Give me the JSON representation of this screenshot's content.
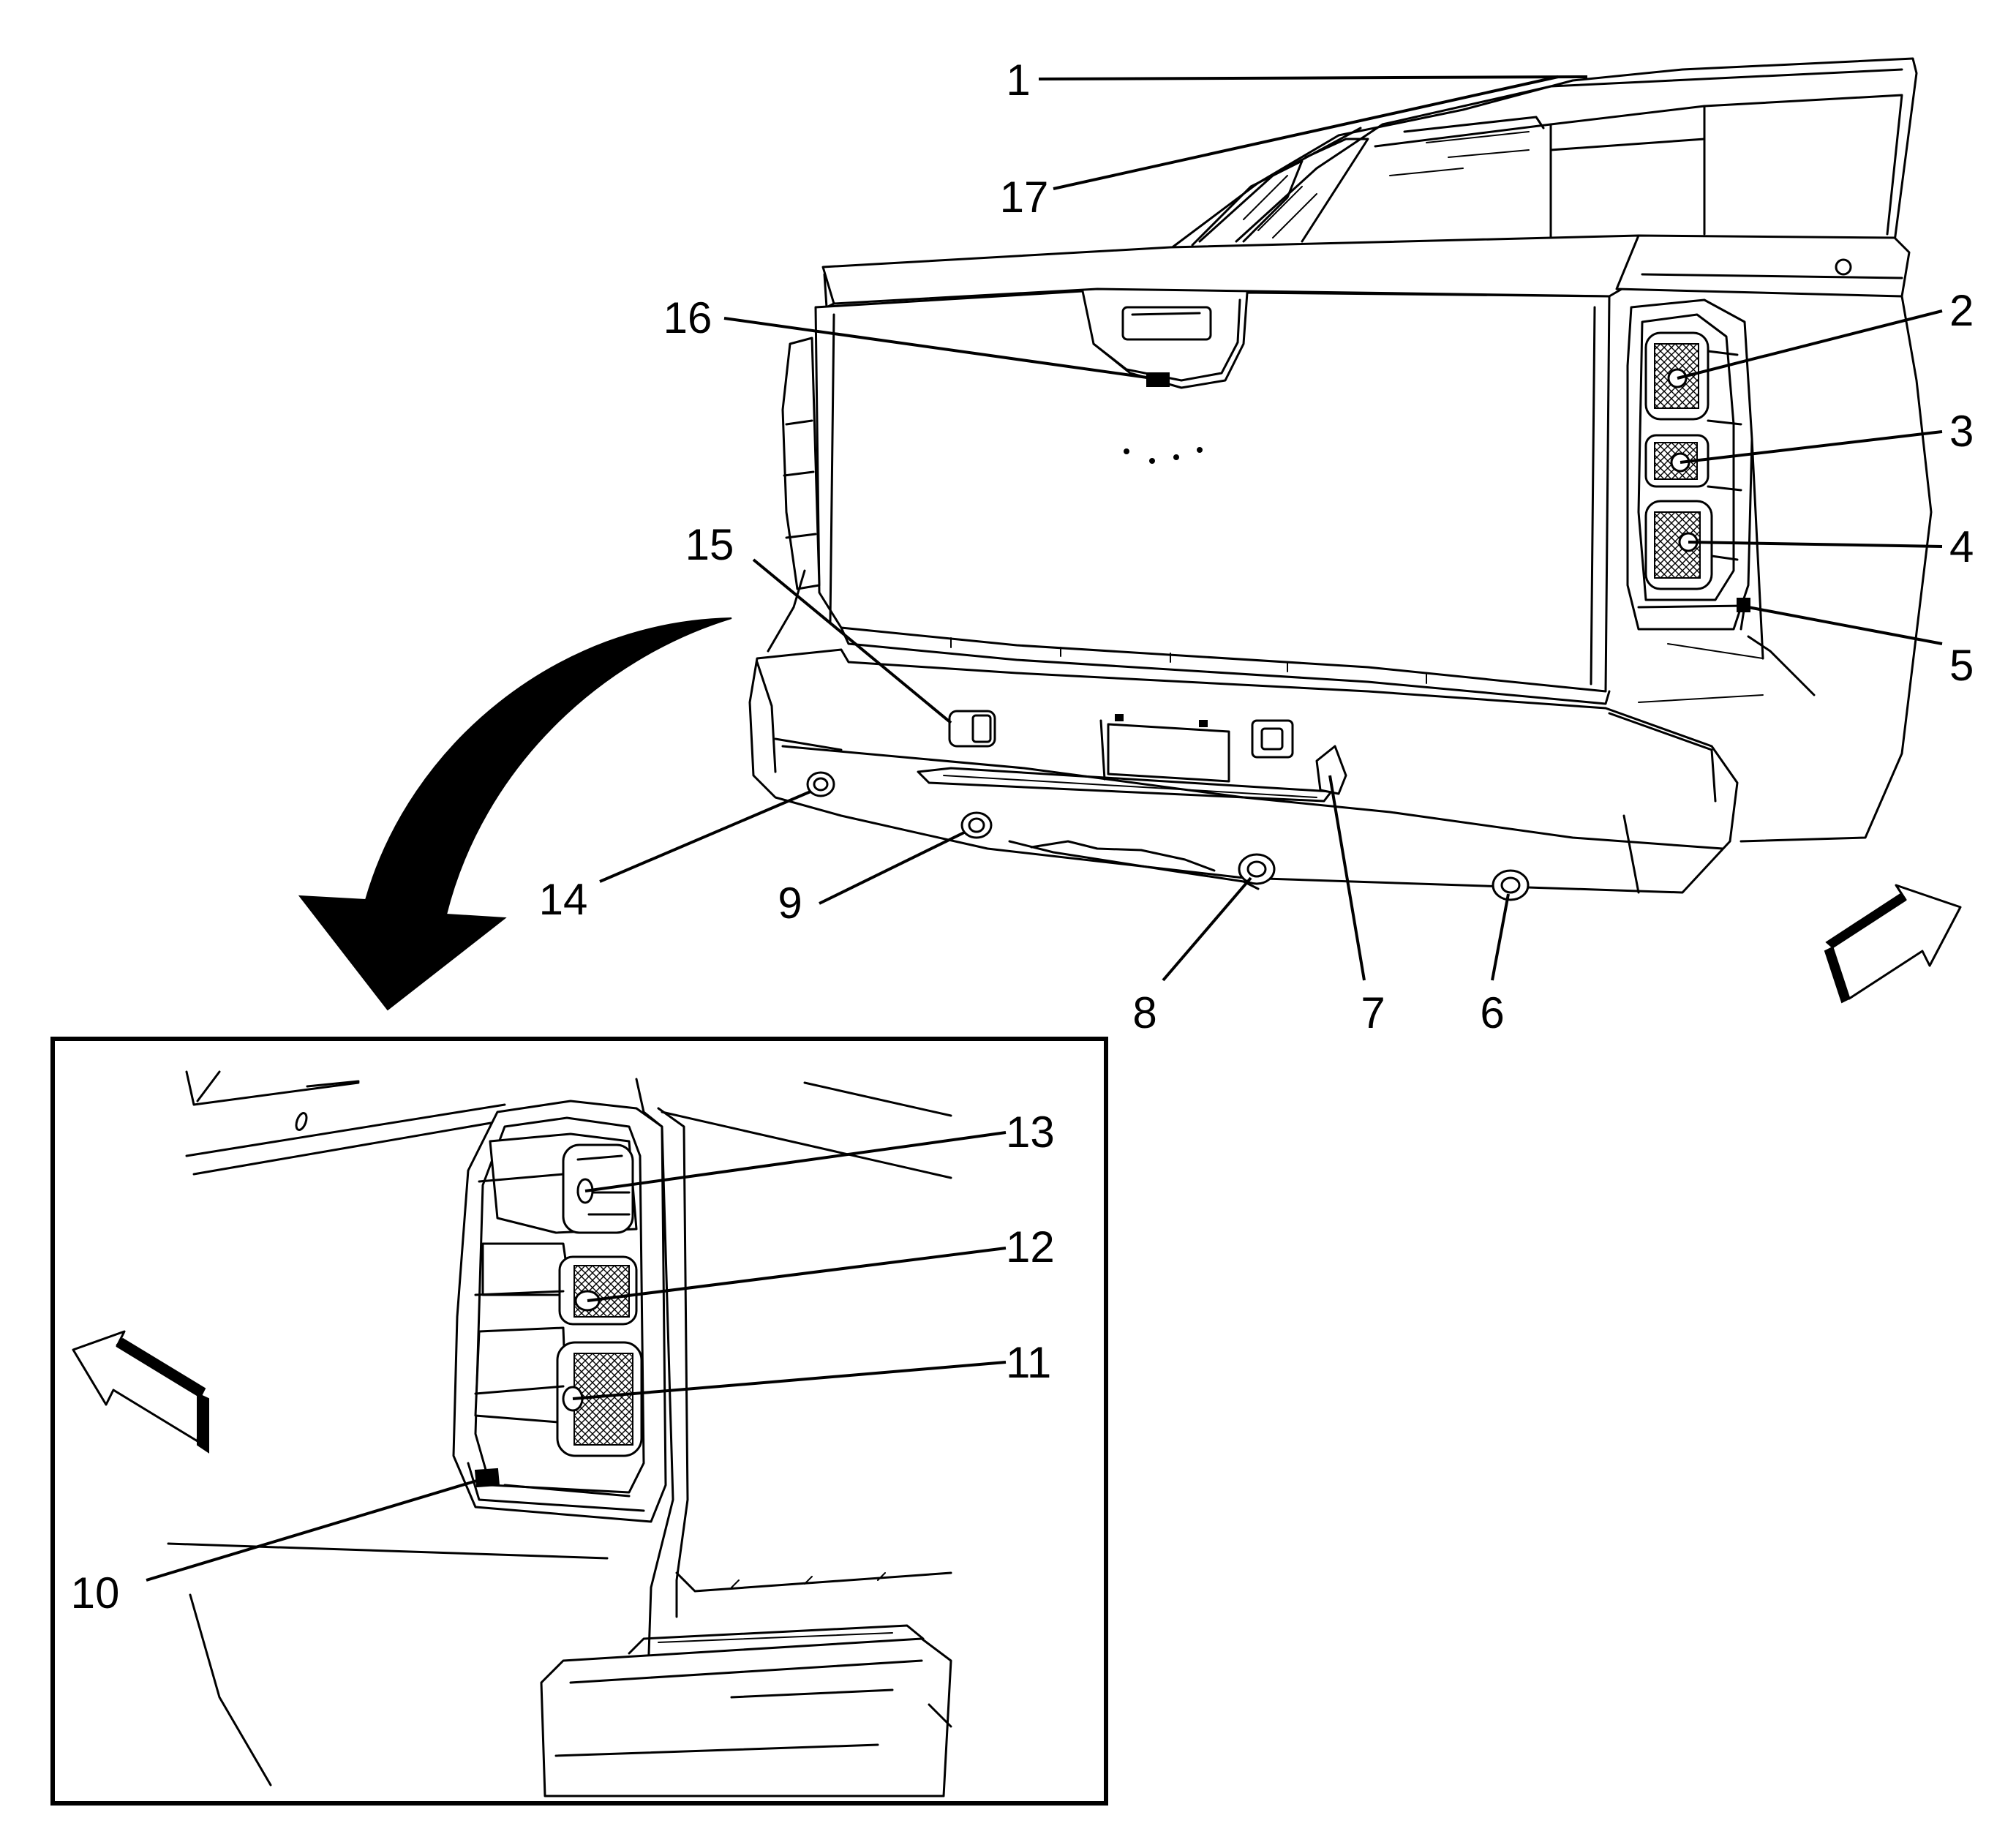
{
  "callouts": {
    "c1": "1",
    "c2": "2",
    "c3": "3",
    "c4": "4",
    "c5": "5",
    "c6": "6",
    "c7": "7",
    "c8": "8",
    "c9": "9",
    "c10": "10",
    "c11": "11",
    "c12": "12",
    "c13": "13",
    "c14": "14",
    "c15": "15",
    "c16": "16",
    "c17": "17"
  },
  "icons": {
    "view_arrow": "curved-view-arrow-icon",
    "direction_front": "front-direction-arrow-icon",
    "direction_inset": "inset-direction-arrow-icon"
  },
  "colors": {
    "line": "#000000",
    "background": "#ffffff"
  }
}
